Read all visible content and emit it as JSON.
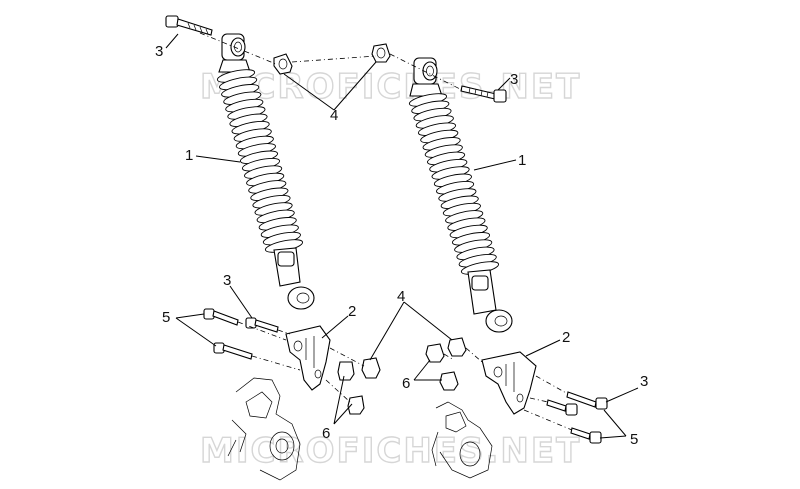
{
  "watermark_top": "MICROFICHES.NET",
  "watermark_bottom": "MICROFICHES.NET",
  "callouts": [
    {
      "id": "c3a",
      "text": "3"
    },
    {
      "id": "c4a",
      "text": "4"
    },
    {
      "id": "c3b",
      "text": "3"
    },
    {
      "id": "c1a",
      "text": "1"
    },
    {
      "id": "c1b",
      "text": "1"
    },
    {
      "id": "c3c",
      "text": "3"
    },
    {
      "id": "c4b",
      "text": "4"
    },
    {
      "id": "c5a",
      "text": "5"
    },
    {
      "id": "c2a",
      "text": "2"
    },
    {
      "id": "c2b",
      "text": "2"
    },
    {
      "id": "c6a",
      "text": "6"
    },
    {
      "id": "c6b",
      "text": "6"
    },
    {
      "id": "c3d",
      "text": "3"
    },
    {
      "id": "c5b",
      "text": "5"
    }
  ]
}
